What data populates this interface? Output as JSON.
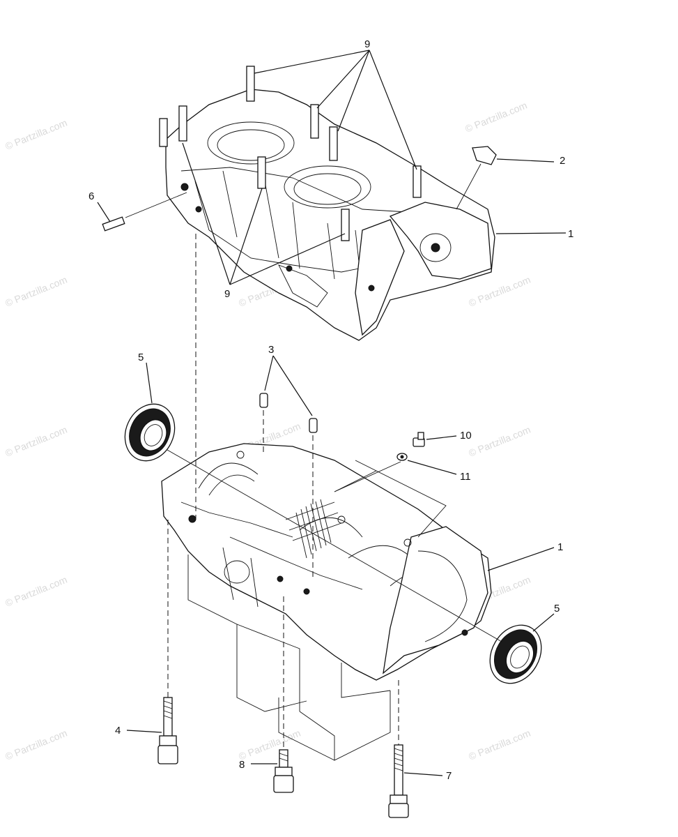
{
  "callouts": {
    "c9_top": "9",
    "c2": "2",
    "c1_upper": "1",
    "c6": "6",
    "c9_bottom": "9",
    "c5_left": "5",
    "c3": "3",
    "c10": "10",
    "c11": "11",
    "c1_lower": "1",
    "c5_right": "5",
    "c4": "4",
    "c8": "8",
    "c7": "7"
  },
  "watermark": "© Partzilla.com"
}
